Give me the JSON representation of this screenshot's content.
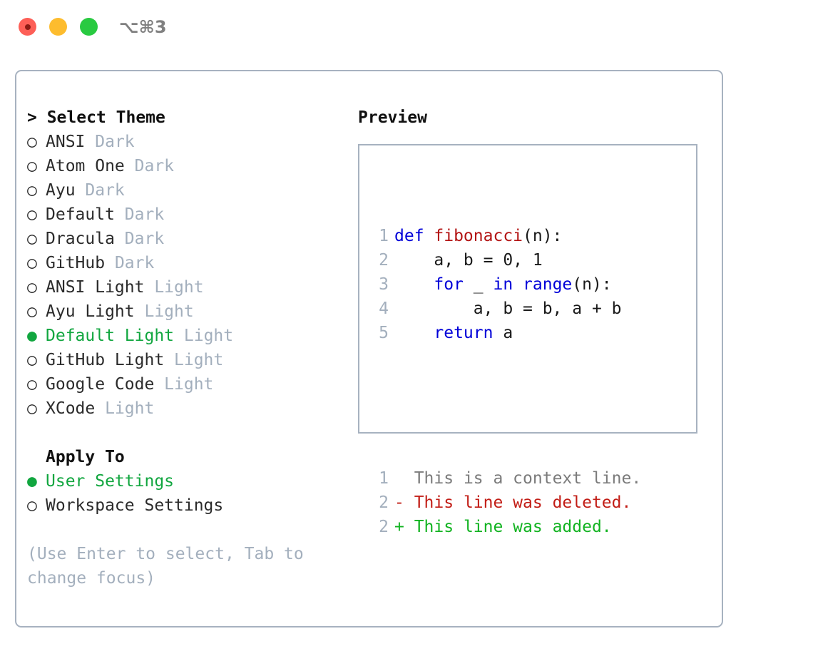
{
  "window": {
    "shortcut": "⌥⌘3",
    "traffic_lights": [
      "close",
      "minimize",
      "maximize"
    ],
    "colors": {
      "close": "#fd5f57",
      "minimize": "#fdbc2e",
      "maximize": "#29ca41",
      "panel_border": "#a7b2c0",
      "accent_green": "#11a63f",
      "muted": "#a3afbd"
    }
  },
  "theme_picker": {
    "header_prefix": "> ",
    "header": "Select Theme",
    "bullet_selected": "●",
    "bullet_unselected": "○",
    "items": [
      {
        "name": "ANSI",
        "tag": "Dark",
        "selected": false
      },
      {
        "name": "Atom One",
        "tag": "Dark",
        "selected": false
      },
      {
        "name": "Ayu",
        "tag": "Dark",
        "selected": false
      },
      {
        "name": "Default",
        "tag": "Dark",
        "selected": false
      },
      {
        "name": "Dracula",
        "tag": "Dark",
        "selected": false
      },
      {
        "name": "GitHub",
        "tag": "Dark",
        "selected": false
      },
      {
        "name": "ANSI Light",
        "tag": "Light",
        "selected": false
      },
      {
        "name": "Ayu Light",
        "tag": "Light",
        "selected": false
      },
      {
        "name": "Default Light",
        "tag": "Light",
        "selected": true
      },
      {
        "name": "GitHub Light",
        "tag": "Light",
        "selected": false
      },
      {
        "name": "Google Code",
        "tag": "Light",
        "selected": false
      },
      {
        "name": "XCode",
        "tag": "Light",
        "selected": false
      }
    ]
  },
  "apply_to": {
    "title": "Apply To",
    "options": [
      {
        "label": "User Settings",
        "selected": true
      },
      {
        "label": "Workspace Settings",
        "selected": false
      }
    ]
  },
  "hint": "(Use Enter to select, Tab to change focus)",
  "preview": {
    "title": "Preview",
    "code_lines": [
      {
        "num": "1",
        "tokens": [
          {
            "t": "def ",
            "c": "kw"
          },
          {
            "t": "fibonacci",
            "c": "fn"
          },
          {
            "t": "(n):",
            "c": "pln"
          }
        ]
      },
      {
        "num": "2",
        "tokens": [
          {
            "t": "    a, b = 0, 1",
            "c": "pln"
          }
        ]
      },
      {
        "num": "3",
        "tokens": [
          {
            "t": "    ",
            "c": "pln"
          },
          {
            "t": "for",
            "c": "kw"
          },
          {
            "t": " _ ",
            "c": "pln"
          },
          {
            "t": "in range",
            "c": "kw"
          },
          {
            "t": "(n):",
            "c": "pln"
          }
        ]
      },
      {
        "num": "4",
        "tokens": [
          {
            "t": "        a, b = b, a + b",
            "c": "pln"
          }
        ]
      },
      {
        "num": "5",
        "tokens": [
          {
            "t": "    ",
            "c": "pln"
          },
          {
            "t": "return",
            "c": "kw"
          },
          {
            "t": " a",
            "c": "pln"
          }
        ]
      }
    ],
    "diff_lines": [
      {
        "num": "1",
        "marker": " ",
        "text": " This is a context line.",
        "kind": "ctx"
      },
      {
        "num": "2",
        "marker": "-",
        "text": " This line was deleted.",
        "kind": "del"
      },
      {
        "num": "2",
        "marker": "+",
        "text": " This line was added.",
        "kind": "add"
      }
    ]
  }
}
